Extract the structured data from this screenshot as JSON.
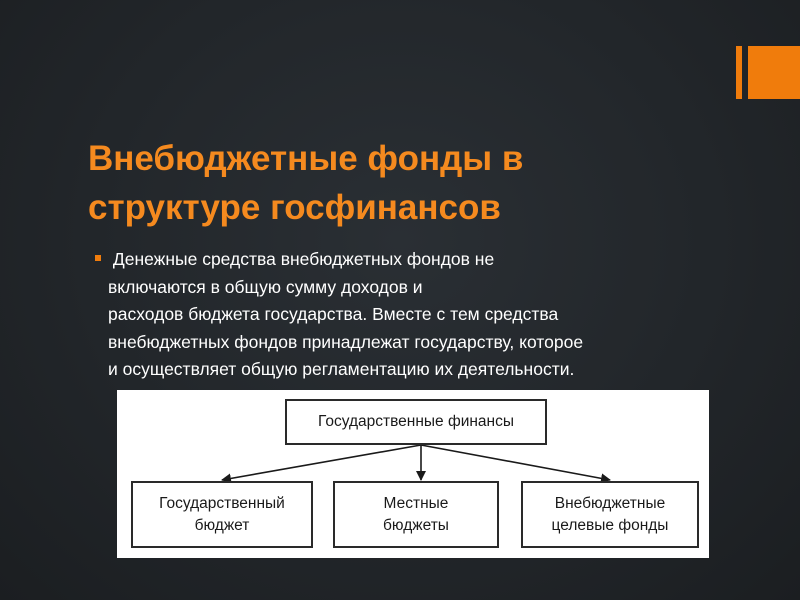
{
  "slide": {
    "title_lines": [
      "Внебюджетные фонды в",
      "структуре госфинансов"
    ],
    "bullet_lines": [
      " Денежные средства внебюджетных фондов не",
      "включаются в общую сумму доходов и",
      "расходов бюджета государства. Вместе с тем средства",
      "внебюджетных фондов принадлежат государству, которое",
      "и осуществляет общую регламентацию их деятельности."
    ]
  },
  "diagram": {
    "root": "Государственные финансы",
    "children": [
      {
        "line1": "Государственный",
        "line2": "бюджет"
      },
      {
        "line1": "Местные",
        "line2": "бюджеты"
      },
      {
        "line1": "Внебюджетные",
        "line2": "целевые фонды"
      }
    ]
  },
  "colors": {
    "background": "#24282c",
    "accent": "#f07c0c",
    "title": "#f58a1f",
    "body_text": "#ffffff"
  }
}
